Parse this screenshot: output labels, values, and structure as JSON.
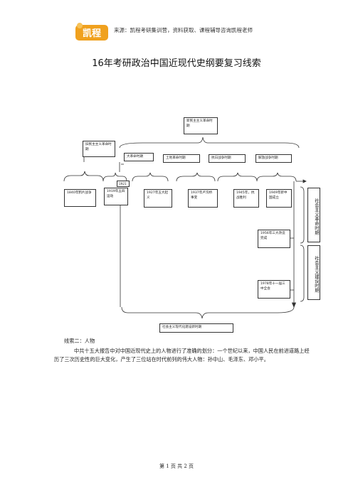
{
  "header": {
    "logo_text": "凯程",
    "source_text": "来源：凯程考研集训营，资料获取、课程辅导咨询凯程老师"
  },
  "title": "16年考研政治中国近现代史纲要复习线索",
  "diagram": {
    "new_democratic": "新民主主义革命时期",
    "old_democratic": "旧民主主义革命时期",
    "periods": [
      "大革命时期",
      "土地革命时期",
      "抗日战争时期",
      "解放战争时期"
    ],
    "year_1921": "1921",
    "events": [
      "1840年鸦片战争",
      "1919年五四运动",
      "1927年五大起义",
      "1937年卢沟桥事变",
      "1945年，抗战胜利",
      "1949年新中国成立"
    ],
    "socialist_revolution": "社会主义革命时期",
    "socialist_construction": "社会主义建设时期",
    "event_1956": "1956年三大改造完成",
    "event_1978": "1978年十一届三中全会",
    "modernization": "社会主义现代化建设新时期"
  },
  "section": {
    "heading": "线索二：人物",
    "paragraph": "中共十五大报告中对中国近现代史上的人物进行了准确的划分：一个世纪以来，中国人民在前进道路上经历了三次历史性的巨大变化，产生了三位站在时代前列的伟大人物：孙中山、毛泽东、邓小平。"
  },
  "footer": "第 1 页 共 2 页",
  "colors": {
    "logo": "#f0a11e",
    "line": "#333333"
  }
}
